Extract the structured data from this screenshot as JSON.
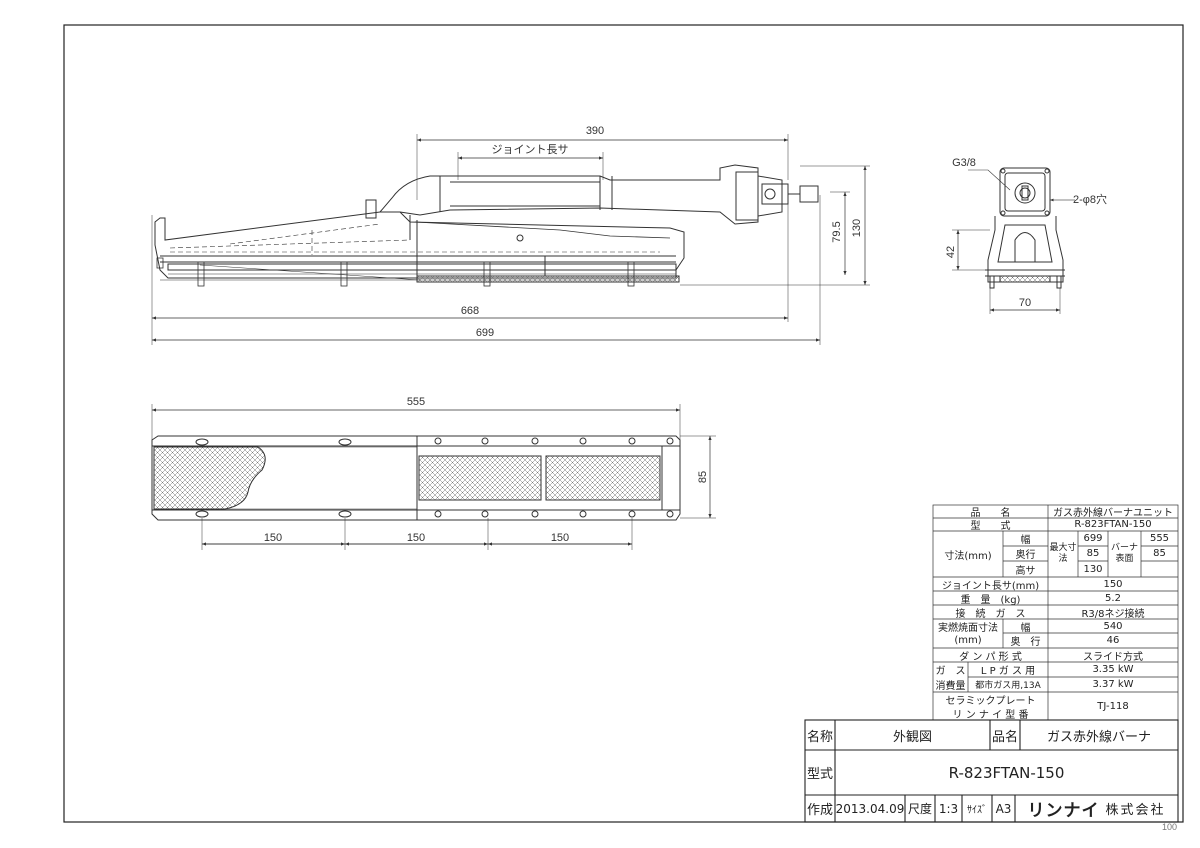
{
  "dimensions": {
    "len_390": "390",
    "joint_label": "ジョイント長サ",
    "height_79_5": "79.5",
    "height_130": "130",
    "len_668": "668",
    "len_699": "699",
    "thread_g38": "G3/8",
    "hole_label": "2-φ8穴",
    "height_42": "42",
    "width_70": "70",
    "len_555": "555",
    "depth_85": "85",
    "pitch_150_a": "150",
    "pitch_150_b": "150",
    "pitch_150_c": "150"
  },
  "spec": {
    "hin_label": "品　　名",
    "hin_value": "ガス赤外線バーナユニット",
    "kata_label": "型　　式",
    "kata_value": "R-823FTAN-150",
    "sunpo_label": "寸法(mm)",
    "haba": "幅",
    "okuyuki": "奥行",
    "takasa": "高サ",
    "saidai_sunpo": "最大寸法",
    "burner_hyomen": "バーナ表面",
    "max_w": "699",
    "max_d": "85",
    "max_h": "130",
    "burner_w": "555",
    "burner_d": "85",
    "joint_label": "ジョイント長サ(mm)",
    "joint_value": "150",
    "weight_label": "重　量　(kg)",
    "weight_value": "5.2",
    "connect_label": "接　続　ガ　ス",
    "connect_value": "R3/8ネジ接続",
    "combust_label_1": "実燃焼面寸法",
    "combust_label_2": "(mm)",
    "combust_w_label": "幅",
    "combust_w": "540",
    "combust_d_label": "奥　行",
    "combust_d": "46",
    "damper_label": "ダ ン パ 形 式",
    "damper_value": "スライド方式",
    "gas_label_1": "ガ　ス",
    "gas_label_2": "消費量",
    "lp_label": "L P ガ ス 用",
    "lp_value": "3.35 kW",
    "city_label": "都市ガス用,13A",
    "city_value": "3.37 kW",
    "ceramic_label_1": "セラミックプレート",
    "ceramic_label_2": "リ ン ナ イ 型 番",
    "ceramic_value": "TJ-118"
  },
  "title_block": {
    "name_label": "名称",
    "name_value": "外観図",
    "product_label": "品名",
    "product_value": "ガス赤外線バーナ",
    "model_label": "型式",
    "model_value": "R-823FTAN-150",
    "made_label": "作成",
    "made_date": "2013.04.09",
    "scale_label": "尺度",
    "scale_value": "1:3",
    "size_label": "ｻｲｽﾞ",
    "size_value": "A3",
    "company_brand": "リンナイ",
    "company_suffix": "株式会社"
  },
  "corner_mark": "100"
}
